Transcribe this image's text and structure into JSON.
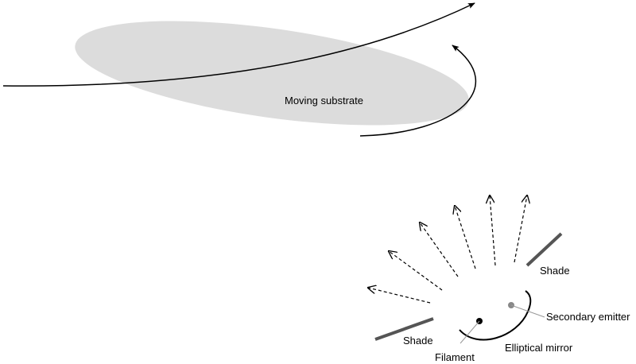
{
  "labels": {
    "substrate": "Moving substrate",
    "shade_right": "Shade",
    "shade_left": "Shade",
    "secondary_emitter": "Secondary emitter",
    "elliptical_mirror": "Elliptical mirror",
    "filament": "Filament"
  },
  "colors": {
    "substrate_fill": "#dcdcdc",
    "stroke": "#000000",
    "shade": "#555555",
    "secondary_emitter": "#888888",
    "leader": "#999999"
  }
}
